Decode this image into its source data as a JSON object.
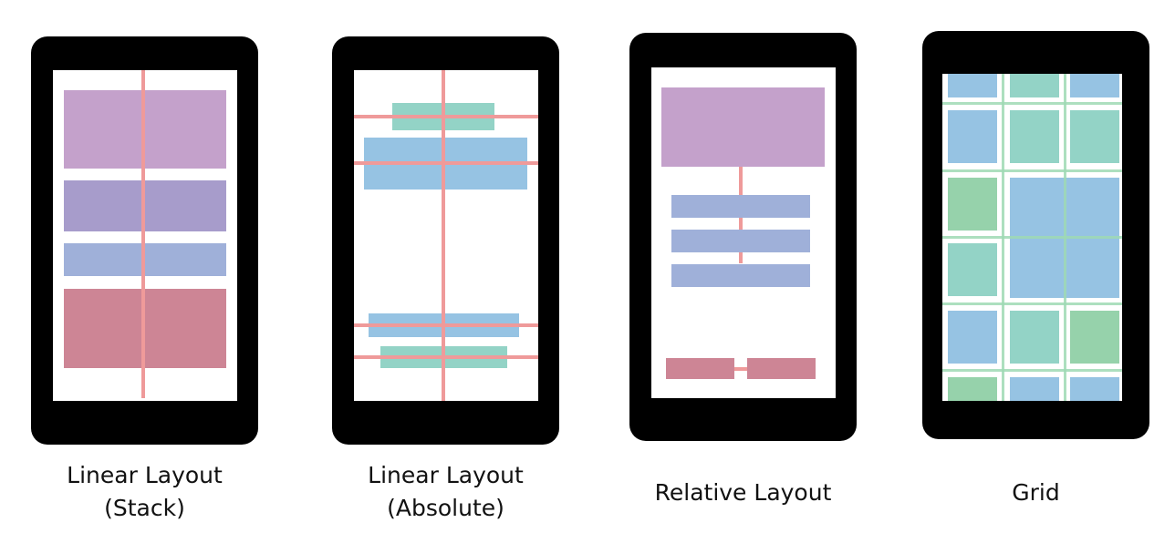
{
  "captions": {
    "stack": "Linear Layout\n(Stack)",
    "absolute": "Linear Layout\n(Absolute)",
    "relative": "Relative Layout",
    "grid": "Grid"
  },
  "colors": {
    "frame": "#000000",
    "guide": "#ef9a9a",
    "purple": "#c4a1cb",
    "violet": "#a79ccb",
    "periwinkle": "#9fb0d9",
    "rose": "#cd8595",
    "teal": "#93d3c6",
    "blue": "#96c3e3",
    "green": "#96d2ab"
  }
}
